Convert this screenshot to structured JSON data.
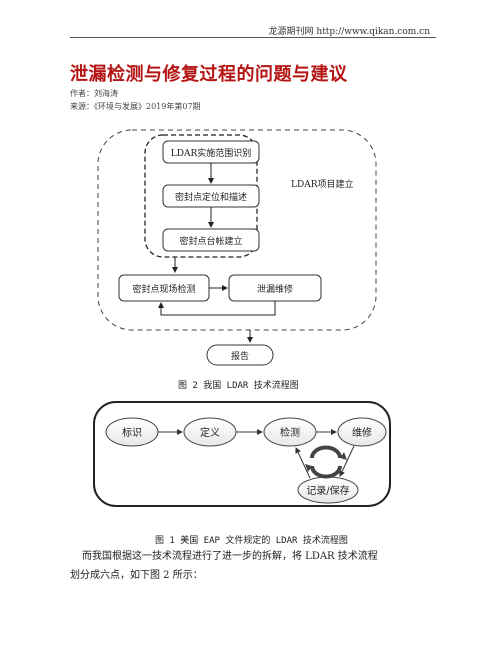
{
  "header": {
    "site": "龙源期刊网 http://www.qikan.com.cn"
  },
  "article": {
    "title": "泄漏检测与修复过程的问题与建议",
    "author": "作者：刘海涛",
    "source": "来源：《环境与发展》2019年第07期"
  },
  "figure2": {
    "steps": [
      "LDAR实施范围识别",
      "密封点定位和描述",
      "密封点台帐建立",
      "密封点现场检测",
      "泄漏维修",
      "报告"
    ],
    "group_label": "LDAR项目建立",
    "caption": "图 2  我国 LDAR 技术流程图"
  },
  "figure1": {
    "nodes": [
      "标识",
      "定义",
      "检测",
      "维修",
      "记录/保存"
    ],
    "caption": "图 1  美国 EAP 文件规定的 LDAR 技术流程图"
  },
  "body": {
    "paragraph_line1": "而我国根据这一技术流程进行了进一步的拆解，将 LDAR 技术流程",
    "paragraph_line2": "划分成六点，如下图 2 所示："
  }
}
